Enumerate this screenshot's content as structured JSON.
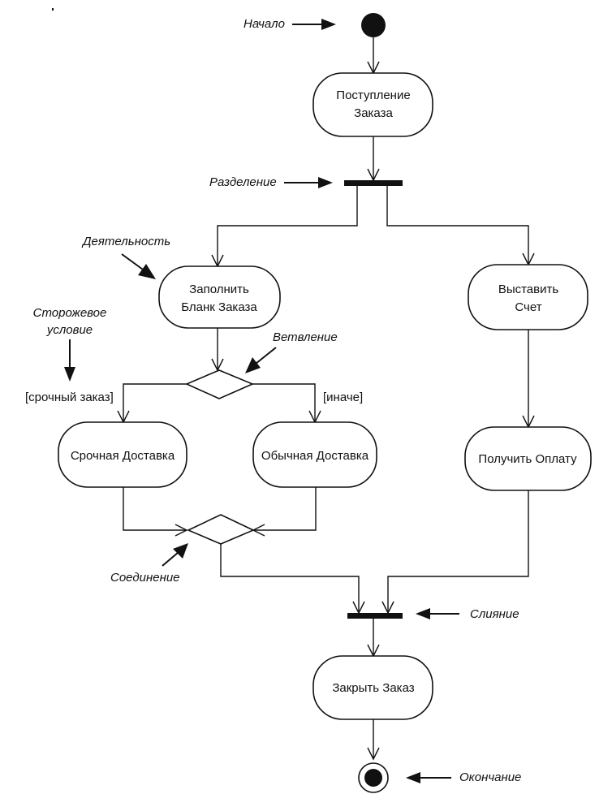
{
  "labels": {
    "start": "Начало",
    "fork": "Разделение",
    "activity": "Деятельность",
    "guard_note_line1": "Сторожевое",
    "guard_note_line2": "условие",
    "branch": "Ветвление",
    "merge": "Соединение",
    "join": "Слияние",
    "end": "Окончание"
  },
  "activities": {
    "receive_order": [
      "Поступление",
      "Заказа"
    ],
    "fill_order": [
      "Заполнить",
      "Бланк Заказа"
    ],
    "send_invoice": [
      "Выставить",
      "Счет"
    ],
    "overnight_delivery": [
      "Срочная Доставка"
    ],
    "regular_delivery": [
      "Обычная Доставка"
    ],
    "receive_payment": [
      "Получить Оплату"
    ],
    "close_order": [
      "Закрыть Заказ"
    ]
  },
  "guards": {
    "urgent": "[срочный заказ]",
    "else": "[иначе]"
  },
  "colors": {
    "ink": "#111111",
    "background": "#ffffff"
  }
}
